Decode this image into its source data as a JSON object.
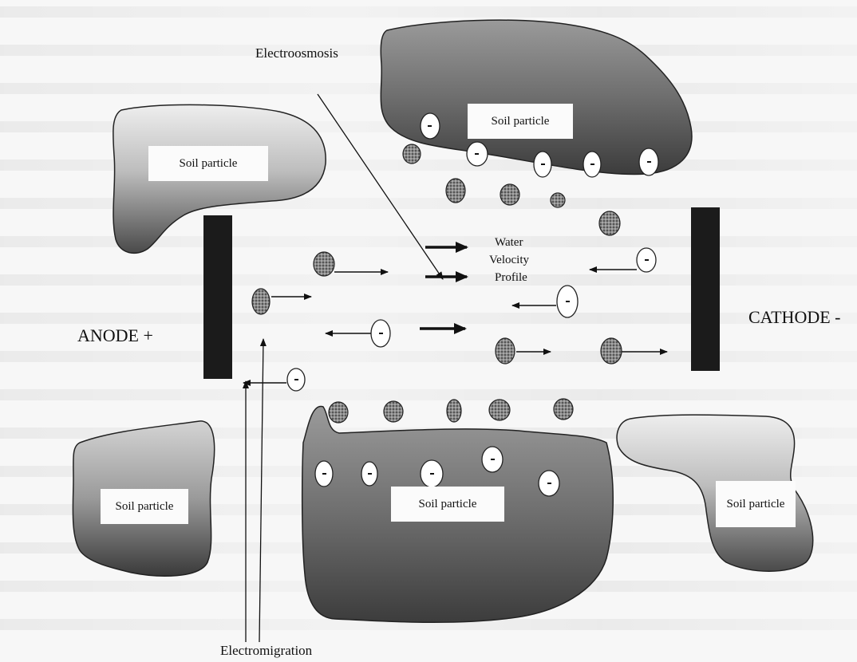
{
  "soil_label": "Soil particle",
  "electroosmosis_label": "Electroosmosis",
  "electromigration_label": "Electromigration",
  "anode_label": "ANODE +",
  "cathode_label": "CATHODE -",
  "water_velocity_lines": [
    "Water",
    "Velocity",
    "Profile"
  ],
  "anion_symbol": "-"
}
